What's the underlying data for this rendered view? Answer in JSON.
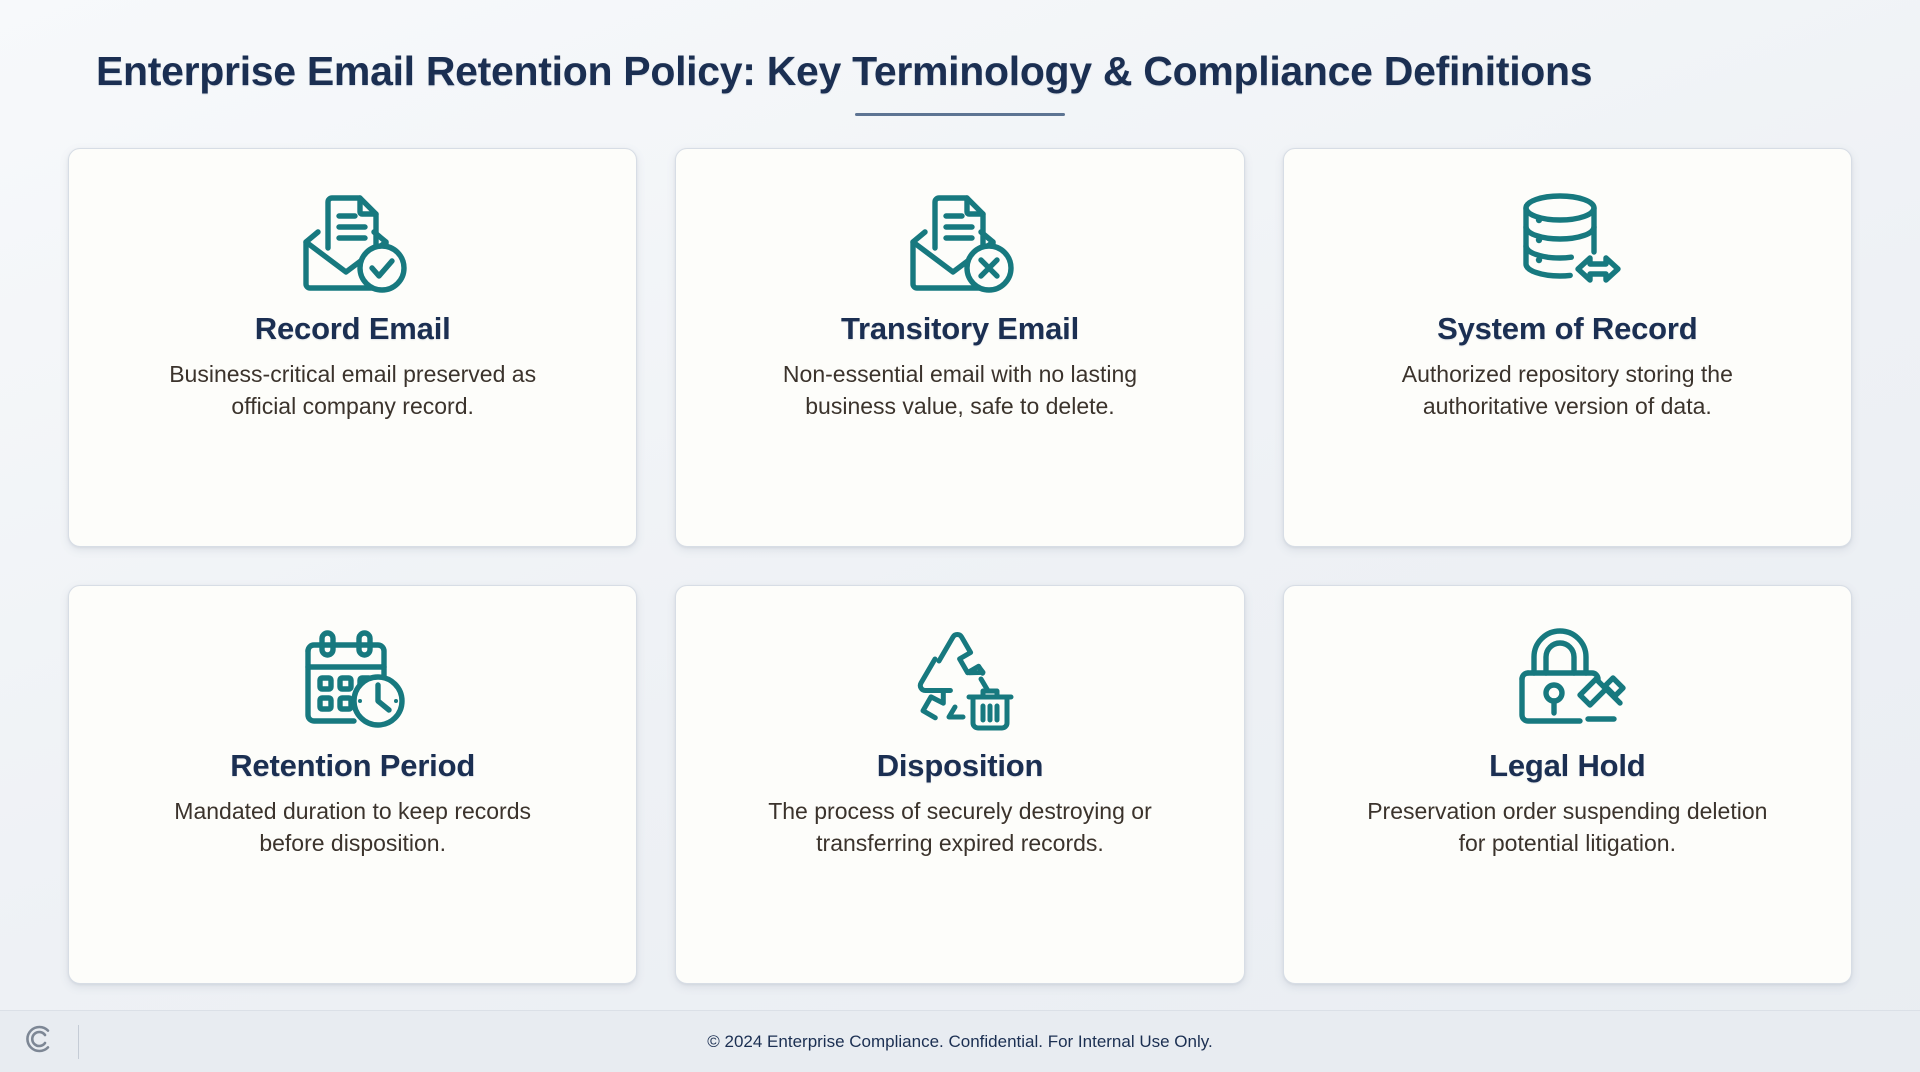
{
  "header": {
    "title": "Enterprise Email Retention Policy: Key Terminology & Compliance Definitions"
  },
  "cards": [
    {
      "icon": "email-record-check-icon",
      "title": "Record Email",
      "desc": "Business-critical email preserved as official company record."
    },
    {
      "icon": "email-transitory-x-icon",
      "title": "Transitory Email",
      "desc": "Non-essential email with no lasting business value, safe to delete."
    },
    {
      "icon": "database-exchange-icon",
      "title": "System of Record",
      "desc": "Authorized repository storing the authoritative version of data."
    },
    {
      "icon": "calendar-clock-icon",
      "title": "Retention Period",
      "desc": "Mandated duration to keep records before disposition."
    },
    {
      "icon": "recycle-trash-icon",
      "title": "Disposition",
      "desc": "The process of securely destroying or transferring expired records."
    },
    {
      "icon": "lock-gavel-icon",
      "title": "Legal Hold",
      "desc": "Preservation order suspending deletion for potential litigation."
    }
  ],
  "footer": {
    "logo": "c-monogram-logo",
    "text": "© 2024 Enterprise Compliance. Confidential. For Internal Use Only."
  },
  "colors": {
    "title_navy": "#1b2f52",
    "icon_teal": "#17797f",
    "body_text": "#3b332c",
    "card_bg": "#fdfdfa",
    "page_bg": "#eef1f5"
  }
}
